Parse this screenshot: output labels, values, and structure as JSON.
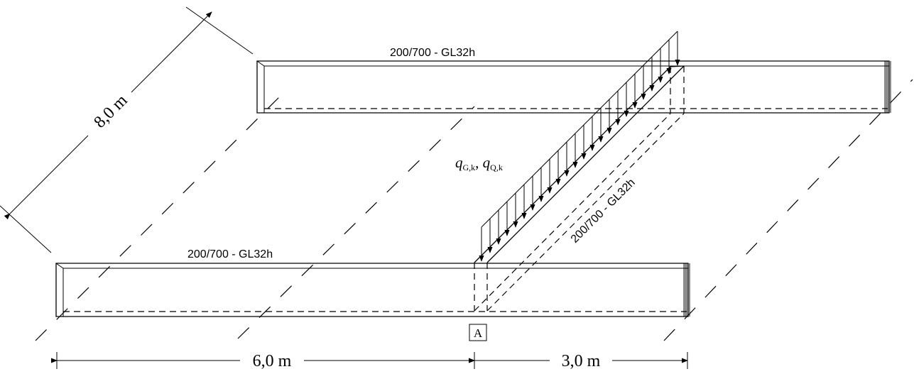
{
  "beams": {
    "top_label": "200/700 - GL32h",
    "bottom_label": "200/700 - GL32h",
    "diagonal_label": "200/700 - GL32h"
  },
  "load": {
    "symbol": "q",
    "sub1": "G,k",
    "separator": ", ",
    "sub2": "Q,k"
  },
  "support": {
    "label": "A"
  },
  "dimensions": {
    "span_left": "6,0 m",
    "span_right": "3,0 m",
    "depth": "8,0 m"
  }
}
